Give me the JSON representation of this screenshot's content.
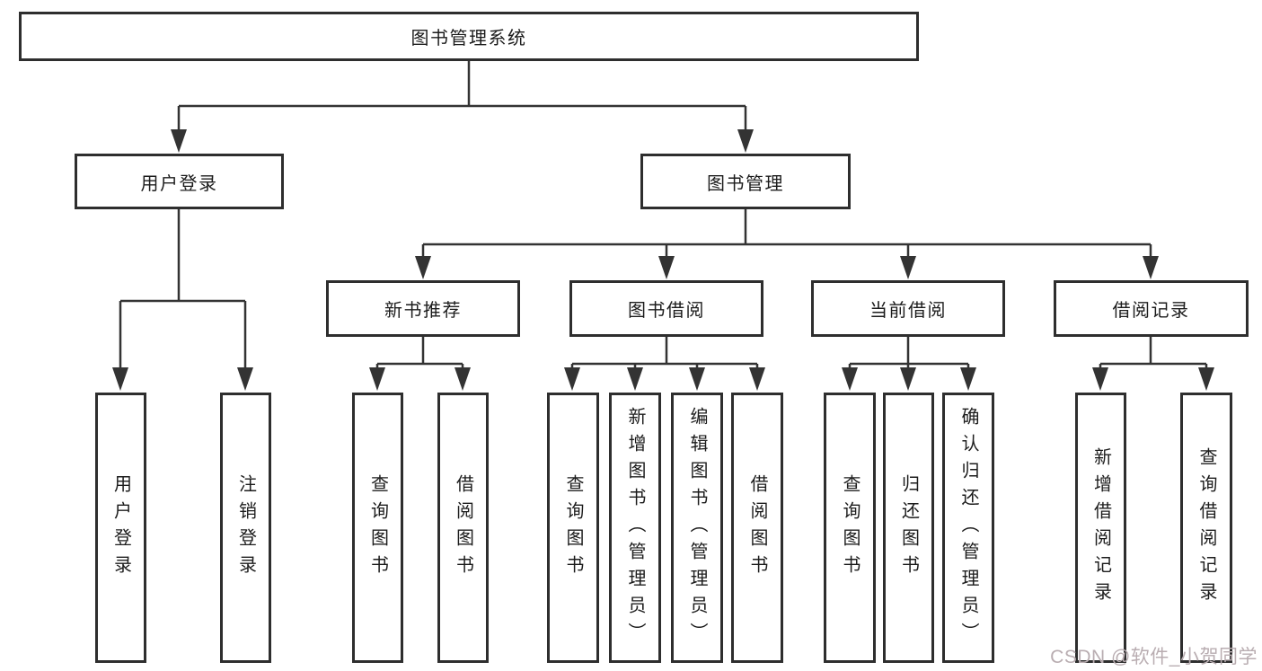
{
  "tree": {
    "label": "图书管理系统",
    "children": [
      {
        "label": "用户登录",
        "children": [
          {
            "label": "用户登录"
          },
          {
            "label": "注销登录"
          }
        ]
      },
      {
        "label": "图书管理",
        "children": [
          {
            "label": "新书推荐",
            "children": [
              {
                "label": "查询图书"
              },
              {
                "label": "借阅图书"
              }
            ]
          },
          {
            "label": "图书借阅",
            "children": [
              {
                "label": "查询图书"
              },
              {
                "label": "新增图书（管理员）"
              },
              {
                "label": "编辑图书（管理员）"
              },
              {
                "label": "借阅图书"
              }
            ]
          },
          {
            "label": "当前借阅",
            "children": [
              {
                "label": "查询图书"
              },
              {
                "label": "归还图书"
              },
              {
                "label": "确认归还（管理员）"
              }
            ]
          },
          {
            "label": "借阅记录",
            "children": [
              {
                "label": "新增借阅记录"
              },
              {
                "label": "查询借阅记录"
              }
            ]
          }
        ]
      }
    ]
  },
  "watermark": {
    "text": "CSDN @软件_小贺同学",
    "color": "#b9adb1"
  },
  "colors": {
    "line": "#333333",
    "box_border": "#2e2e2e",
    "text": "#1c1c1c",
    "background": "#ffffff"
  }
}
